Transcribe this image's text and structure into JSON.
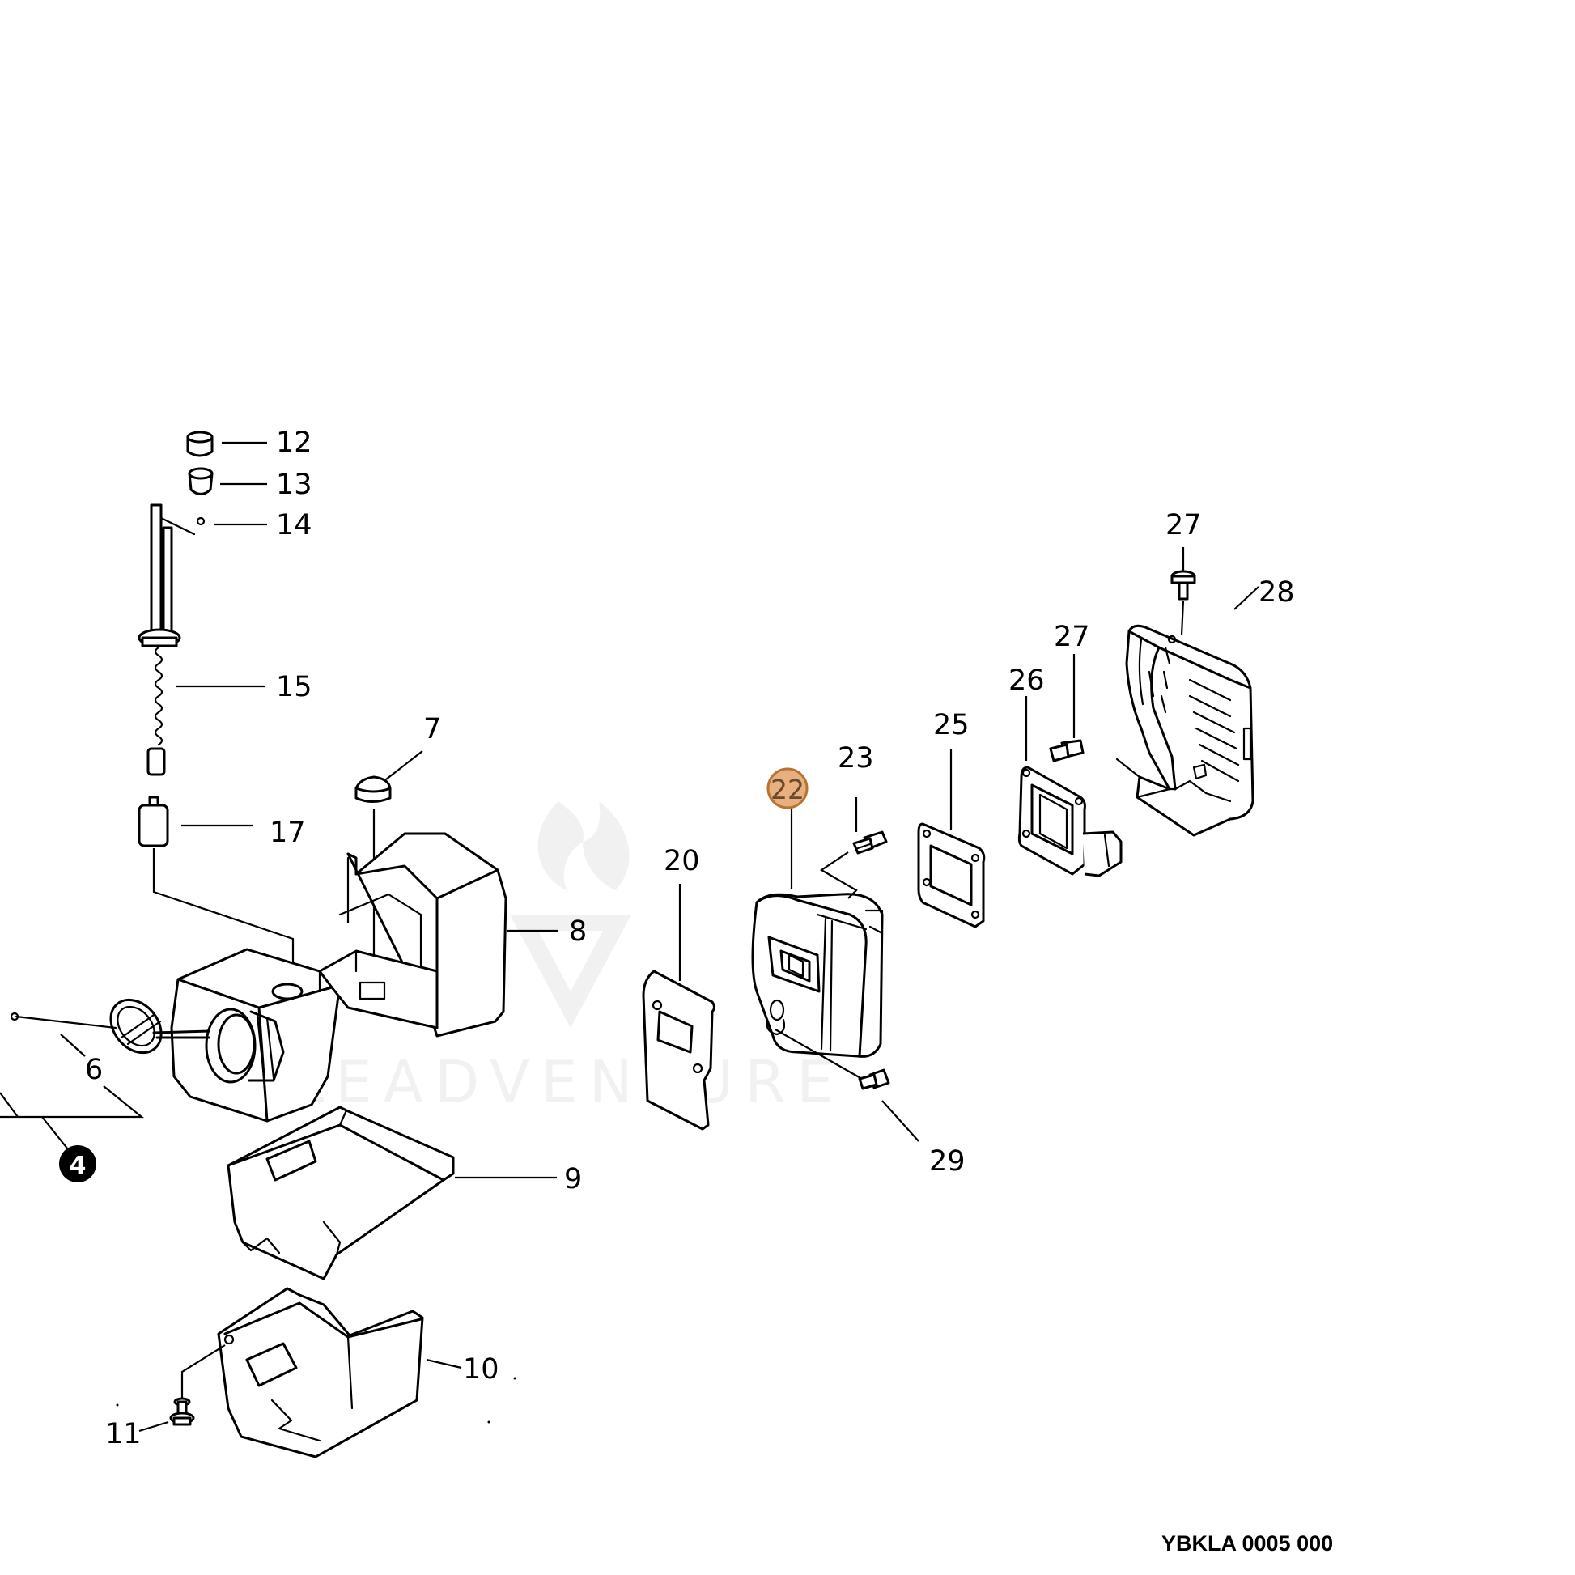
{
  "diagram_code": "YBKLA 0005 000",
  "watermark": "LEADVENTURE",
  "highlight_color": "#e8b07f",
  "highlight_stroke": "#b87333",
  "callouts": {
    "c12": "12",
    "c13": "13",
    "c14": "14",
    "c15": "15",
    "c17": "17",
    "c7": "7",
    "c8": "8",
    "c6": "6",
    "c4": "4",
    "c9": "9",
    "c10": "10",
    "c11": "11",
    "c20": "20",
    "c22": "22",
    "c23": "23",
    "c25": "25",
    "c26": "26",
    "c27a": "27",
    "c27b": "27",
    "c28": "28",
    "c29": "29"
  }
}
